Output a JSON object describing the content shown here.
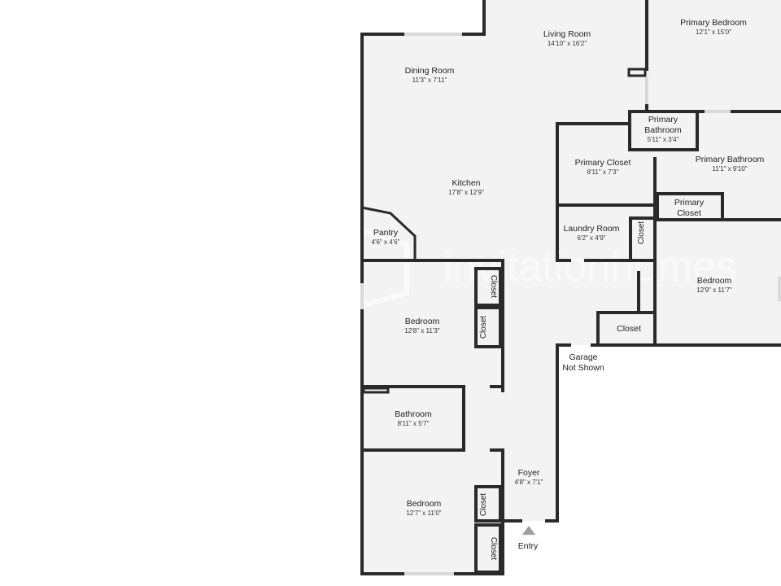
{
  "rooms": {
    "living_room": {
      "name": "Living Room",
      "dims": "14'10\" x 16'2\""
    },
    "primary_bedroom": {
      "name": "Primary Bedroom",
      "dims": "12'1\" x 15'0\""
    },
    "dining_room": {
      "name": "Dining Room",
      "dims": "11'3\" x 7'11\""
    },
    "primary_bathroom_small": {
      "name_line1": "Primary",
      "name_line2": "Bathroom",
      "dims": "5'11\" x 3'4\""
    },
    "primary_closet": {
      "name": "Primary Closet",
      "dims": "8'11\" x 7'3\""
    },
    "primary_bathroom": {
      "name": "Primary Bathroom",
      "dims": "11'1\" x 9'10\""
    },
    "primary_closet_small": {
      "name_line1": "Primary",
      "name_line2": "Closet"
    },
    "kitchen": {
      "name": "Kitchen",
      "dims": "17'8\" x 12'9\""
    },
    "pantry": {
      "name": "Pantry",
      "dims": "4'6\" x 4'6\""
    },
    "laundry_room": {
      "name": "Laundry Room",
      "dims": "6'2\" x 4'9\""
    },
    "closet_laundry": {
      "name": "Closet"
    },
    "bedroom_right": {
      "name": "Bedroom",
      "dims": "12'9\" x 11'7\""
    },
    "closet_bedroom_right": {
      "name": "Closet"
    },
    "garage": {
      "line1": "Garage",
      "line2": "Not Shown"
    },
    "bedroom_1": {
      "name": "Bedroom",
      "dims": "12'8\" x 11'3\""
    },
    "closet_b1_top": {
      "name": "Closet"
    },
    "closet_b1_bottom": {
      "name": "Closet"
    },
    "bathroom": {
      "name": "Bathroom",
      "dims": "8'11\" x 5'7\""
    },
    "foyer": {
      "name": "Foyer",
      "dims": "4'8\" x 7'1\""
    },
    "bedroom_2": {
      "name": "Bedroom",
      "dims": "12'7\" x 11'0\""
    },
    "closet_b2_top": {
      "name": "Closet"
    },
    "closet_b2_bottom": {
      "name": "Closet"
    }
  },
  "entry": {
    "label": "Entry"
  },
  "watermark": {
    "text": "invitationhomes"
  },
  "colors": {
    "wall": "#2a2a2a",
    "floor": "#f3f3f3",
    "window": "#d9d9d9",
    "entry_arrow": "#9e9e9e"
  }
}
